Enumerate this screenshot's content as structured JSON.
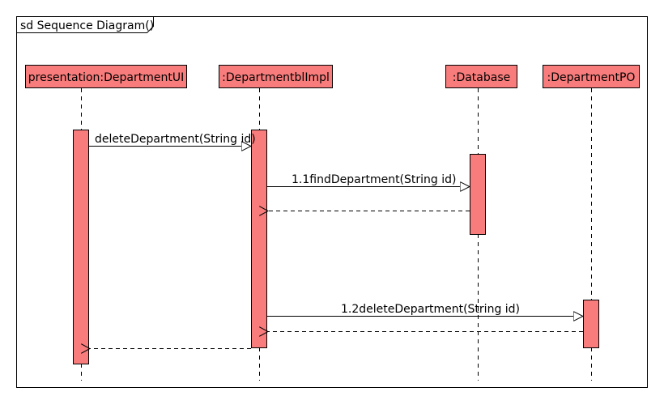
{
  "frame": {
    "title": "sd Sequence Diagram()"
  },
  "lifelines": [
    {
      "id": "ui",
      "label": "presentation:DepartmentUI"
    },
    {
      "id": "bl",
      "label": ":DepartmentblImpl"
    },
    {
      "id": "db",
      "label": ":Database"
    },
    {
      "id": "po",
      "label": ":DepartmentPO"
    }
  ],
  "messages": [
    {
      "id": "m1",
      "from": "ui",
      "to": "bl",
      "kind": "call",
      "label": "deleteDepartment(String id)"
    },
    {
      "id": "m2",
      "from": "bl",
      "to": "db",
      "kind": "call",
      "label": "1.1findDepartment(String id)"
    },
    {
      "id": "m3",
      "from": "db",
      "to": "bl",
      "kind": "return",
      "label": ""
    },
    {
      "id": "m4",
      "from": "bl",
      "to": "po",
      "kind": "call",
      "label": "1.2deleteDepartment(String id)"
    },
    {
      "id": "m5",
      "from": "po",
      "to": "bl",
      "kind": "return",
      "label": ""
    },
    {
      "id": "m6",
      "from": "bl",
      "to": "ui",
      "kind": "return",
      "label": ""
    }
  ],
  "colors": {
    "fill": "#f87c7c",
    "stroke": "#000000",
    "background": "#ffffff"
  }
}
